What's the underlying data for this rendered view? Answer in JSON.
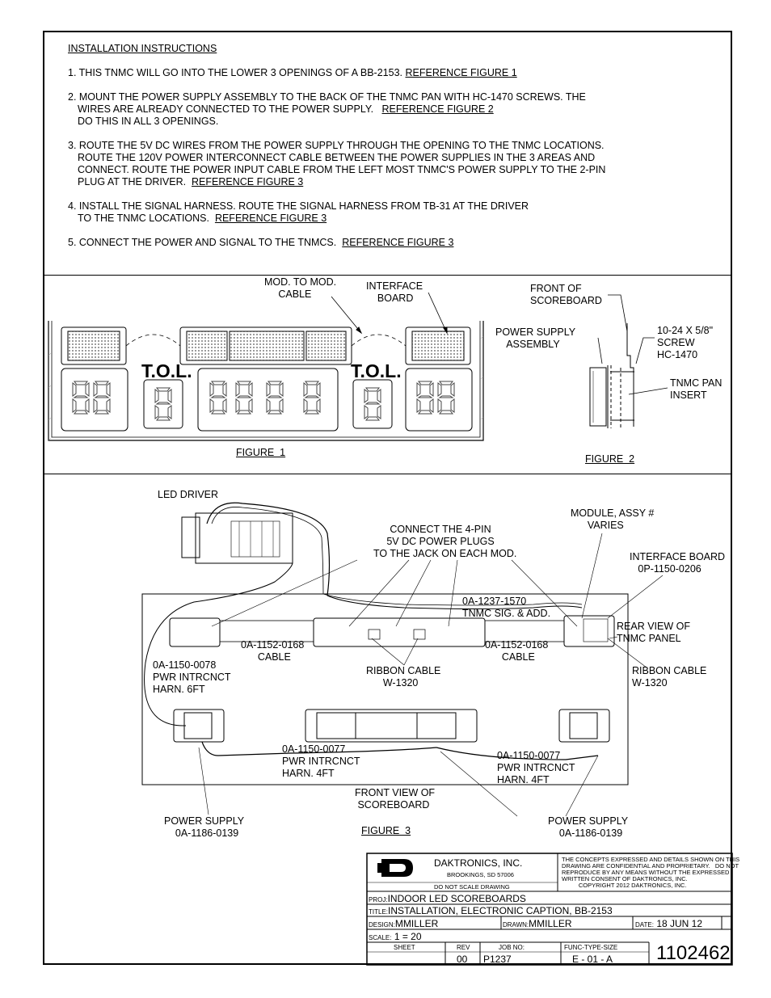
{
  "instructions": {
    "heading": "INSTALLATION INSTRUCTIONS",
    "step1": "1. THIS TNMC WILL GO INTO THE LOWER 3 OPENINGS OF A BB-2153.",
    "step1_ref": "REFERENCE FIGURE 1",
    "step2_a": "2. MOUNT THE POWER SUPPLY ASSEMBLY TO THE BACK OF THE TNMC PAN WITH HC-1470 SCREWS.  THE",
    "step2_b": "WIRES ARE ALREADY CONNECTED TO THE POWER SUPPLY.",
    "step2_ref": "REFERENCE FIGURE 2",
    "step2_c": "DO THIS IN ALL 3 OPENINGS.",
    "step3_a": "3. ROUTE THE 5V DC WIRES FROM THE POWER SUPPLY THROUGH THE OPENING TO THE TNMC LOCATIONS.",
    "step3_b": "ROUTE THE 120V POWER INTERCONNECT CABLE BETWEEN THE POWER SUPPLIES IN THE 3 AREAS AND",
    "step3_c": "CONNECT.  ROUTE THE POWER INPUT CABLE FROM THE LEFT MOST TNMC'S POWER SUPPLY TO THE 2-PIN",
    "step3_d": "PLUG AT THE DRIVER.",
    "step3_ref": "REFERENCE FIGURE 3",
    "step4_a": "4. INSTALL THE SIGNAL HARNESS.  ROUTE THE SIGNAL HARNESS FROM TB-31 AT THE DRIVER",
    "step4_b": "TO THE TNMC LOCATIONS.",
    "step4_ref": "REFERENCE FIGURE 3",
    "step5": "5. CONNECT THE POWER AND SIGNAL TO THE TNMCS.",
    "step5_ref": "REFERENCE FIGURE 3"
  },
  "figure1": {
    "caption": "FIGURE  1",
    "mod_cable": "MOD. TO MOD.\n     CABLE",
    "interface_board": "INTERFACE\n    BOARD",
    "tol_left": "T.O.L.",
    "tol_right": "T.O.L."
  },
  "figure2": {
    "caption": "FIGURE  2",
    "front": "FRONT OF\nSCOREBOARD",
    "psu_assy": "POWER SUPPLY\n    ASSEMBLY",
    "screw": "10-24 X 5/8\"\nSCREW\nHC-1470",
    "pan": "TNMC PAN\nINSERT"
  },
  "figure3": {
    "caption": "FIGURE  3",
    "led_driver": "LED DRIVER",
    "connect": "CONNECT THE 4-PIN\n5V DC POWER PLUGS\nTO THE JACK ON EACH MOD.",
    "module": "MODULE, ASSY #\n      VARIES",
    "interface": "INTERFACE BOARD\n   0P-1150-0206",
    "sig": "0A-1237-1570\nTNMC SIG. & ADD.",
    "cable_left": "0A-1152-0168\n      CABLE",
    "cable_right": "0A-1152-0168\n      CABLE",
    "rear_view": "REAR VIEW OF\nTNMC PANEL",
    "pwr_6ft": "0A-1150-0078\nPWR INTRCNCT\nHARN. 6FT",
    "ribbon_mid": "RIBBON CABLE\n      W-1320",
    "ribbon_right": "RIBBON CABLE\nW-1320",
    "pwr_4ft_left": "0A-1150-0077\nPWR INTRCNCT\nHARN. 4FT",
    "pwr_4ft_right": "0A-1150-0077\nPWR INTRCNCT\nHARN. 4FT",
    "front_view": "FRONT VIEW OF\n SCOREBOARD",
    "psu_left": "POWER SUPPLY\n    0A-1186-0139",
    "psu_right": "POWER SUPPLY\n    0A-1186-0139"
  },
  "title_block": {
    "company": "DAKTRONICS, INC.",
    "city": "BROOKINGS, SD  57006",
    "no_scale": "DO NOT SCALE DRAWING",
    "notice": "THE CONCEPTS EXPRESSED AND DETAILS SHOWN ON THIS\nDRAWING ARE CONFIDENTIAL AND PROPRIETARY.   DO NOT\nREPRODUCE BY ANY MEANS WITHOUT THE EXPRESSED\nWRITTEN CONSENT OF DAKTRONICS, INC.\n          COPYRIGHT 2012 DAKTRONICS, INC.",
    "proj_label": "PROJ:",
    "proj": "INDOOR LED SCOREBOARDS",
    "title_label": "TITLE:",
    "title": "INSTALLATION, ELECTRONIC CAPTION, BB-2153",
    "design_label": "DESIGN:",
    "design": "MMILLER",
    "drawn_label": "DRAWN:",
    "drawn": "MMILLER",
    "date_label": "DATE:",
    "date": "18 JUN 12",
    "scale_label": "SCALE:",
    "scale": "1 = 20",
    "sheet_label": "SHEET",
    "rev_label": "REV",
    "rev": "00",
    "job_label": "JOB NO:",
    "job": "P1237",
    "func_label": "FUNC-TYPE-SIZE",
    "func": "E - 01 - A",
    "drawing_no": "1102462"
  }
}
